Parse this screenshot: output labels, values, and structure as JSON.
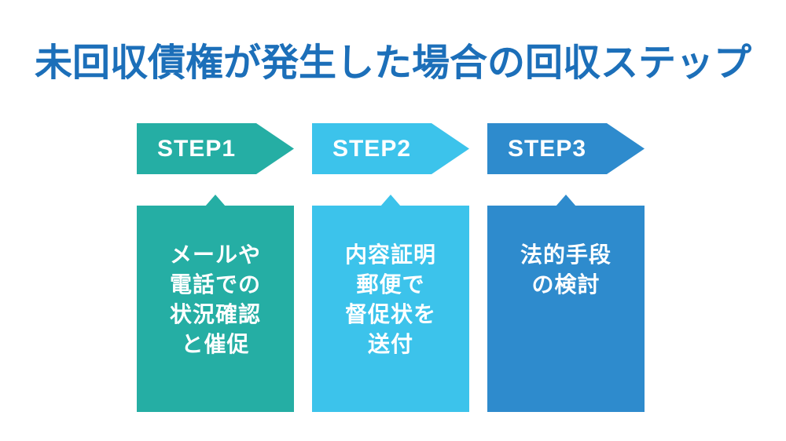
{
  "title": "未回収債権が発生した場合の回収ステップ",
  "colors": {
    "title": "#1C6FB9",
    "step1": "#25AEA4",
    "step2": "#3CC3EB",
    "step3": "#2E8BCD",
    "label_text": "#FFFFFF",
    "background": "#FFFFFF"
  },
  "steps": [
    {
      "label": "STEP1",
      "description": "メールや\n電話での\n状況確認\nと催促"
    },
    {
      "label": "STEP2",
      "description": "内容証明\n郵便で\n督促状を\n送付"
    },
    {
      "label": "STEP3",
      "description": "法的手段\nの検討"
    }
  ]
}
